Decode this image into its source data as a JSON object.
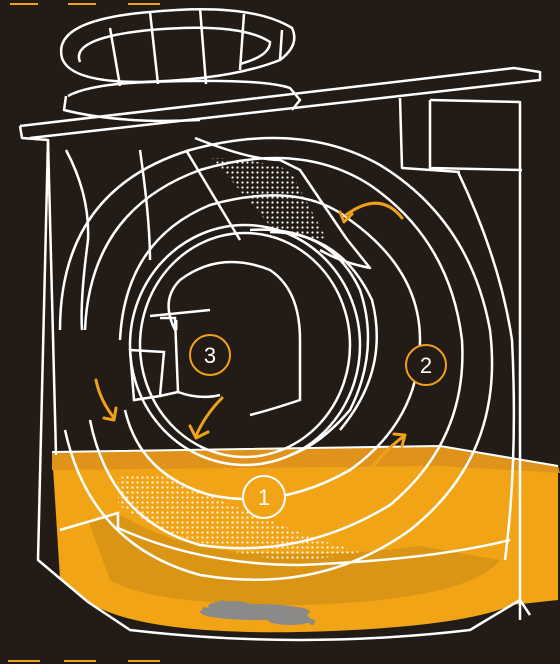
{
  "diagram": {
    "colors": {
      "background": "#231c16",
      "line": "#ffffff",
      "accent": "#f0a11a",
      "liquid": "#f2a417",
      "liquid_dark": "#c88812",
      "pebbles": "#8c8a88"
    },
    "callouts": [
      {
        "id": "1",
        "label": "1"
      },
      {
        "id": "2",
        "label": "2"
      },
      {
        "id": "3",
        "label": "3"
      }
    ],
    "icons": [
      "flow-arrow-icon"
    ]
  }
}
